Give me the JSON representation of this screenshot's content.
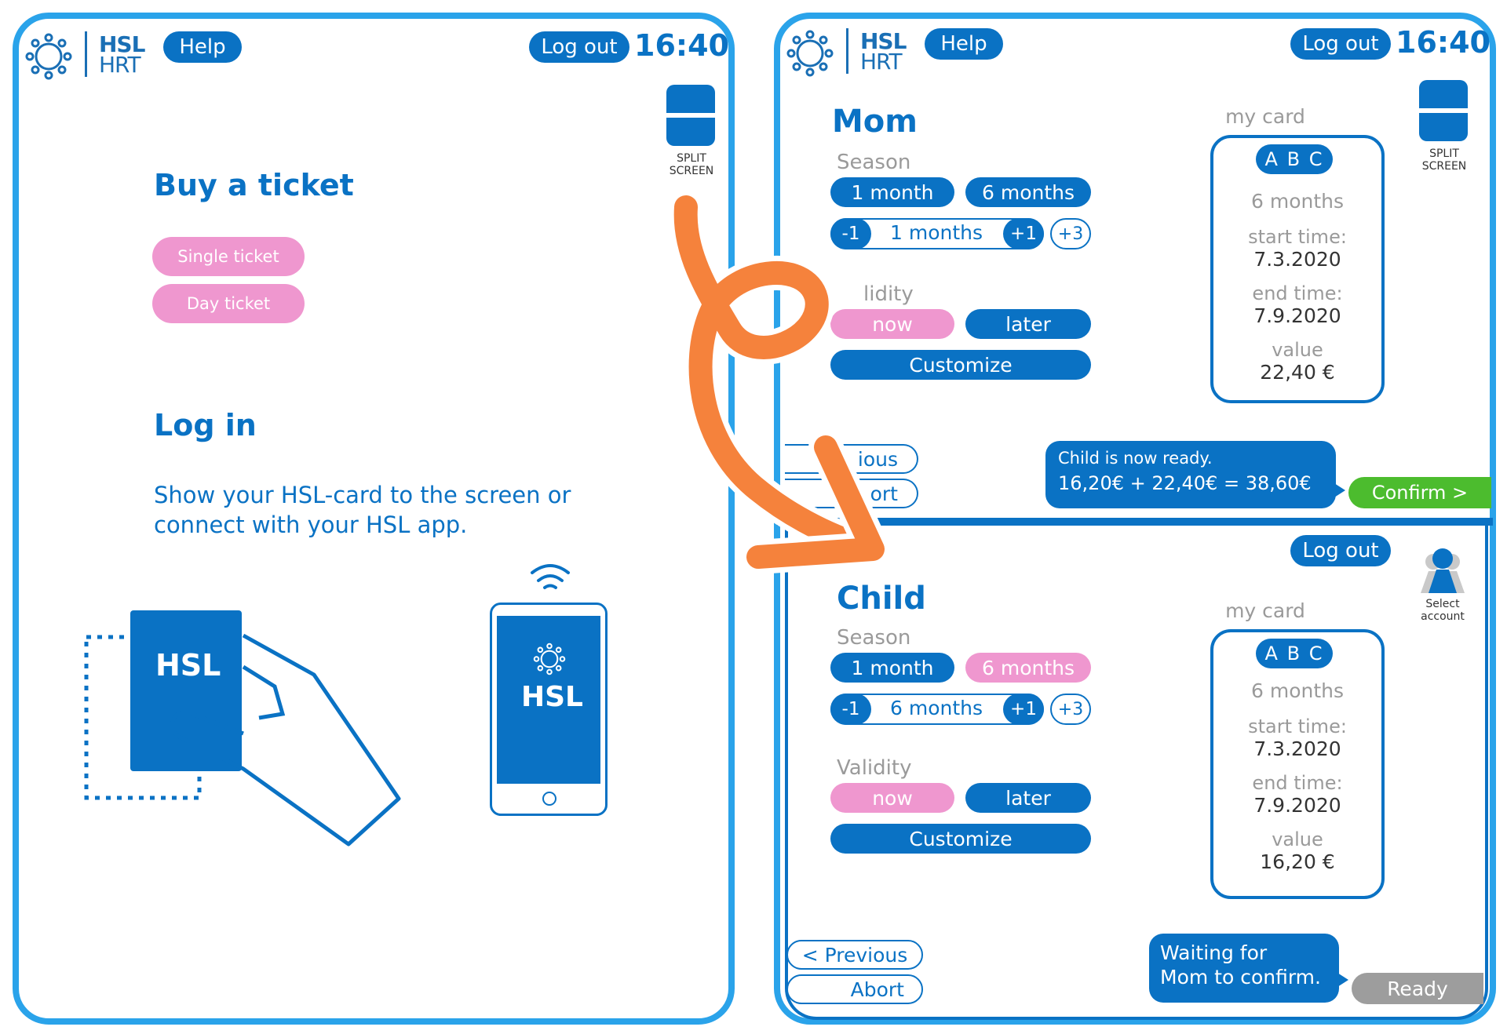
{
  "header": {
    "brand_top": "HSL",
    "brand_bottom": "HRT",
    "help_label": "Help",
    "logout_label": "Log out",
    "time": "16:40"
  },
  "split_screen": {
    "line1": "SPLIT",
    "line2": "SCREEN"
  },
  "left": {
    "buy_title": "Buy a ticket",
    "single_ticket": "Single ticket",
    "day_ticket": "Day ticket",
    "login_title": "Log in",
    "login_line1": "Show your HSL-card to the screen or",
    "login_line2": "connect with your HSL app.",
    "card_text": "HSL",
    "phone_text": "HSL"
  },
  "mom": {
    "title": "Mom",
    "season_label": "Season",
    "opt_1month": "1 month",
    "opt_6months": "6 months",
    "minus": "-1",
    "count": "1 months",
    "plus": "+1",
    "plus3": "+3",
    "validity_label": "lidity",
    "now": "now",
    "later": "later",
    "customize": "Customize",
    "prev_partial": "ious",
    "abort_partial": "ort",
    "card": {
      "label": "my card",
      "badge": "A B C",
      "duration": "6 months",
      "start_label": "start time:",
      "start": "7.3.2020",
      "end_label": "end time:",
      "end": "7.9.2020",
      "value_label": "value",
      "value": "22,40 €"
    },
    "bubble_line1": "Child is now ready.",
    "bubble_line2": "16,20€ + 22,40€ = 38,60€",
    "confirm": "Confirm >"
  },
  "child": {
    "logout_label": "Log out",
    "select_line1": "Select",
    "select_line2": "account",
    "title": "Child",
    "season_label": "Season",
    "opt_1month": "1 month",
    "opt_6months": "6 months",
    "minus": "-1",
    "count": "6 months",
    "plus": "+1",
    "plus3": "+3",
    "validity_label": "Validity",
    "now": "now",
    "later": "later",
    "customize": "Customize",
    "previous": "< Previous",
    "abort": "Abort",
    "card": {
      "label": "my card",
      "badge": "A B C",
      "duration": "6 months",
      "start_label": "start time:",
      "start": "7.3.2020",
      "end_label": "end time:",
      "end": "7.9.2020",
      "value_label": "value",
      "value": "16,20 €"
    },
    "bubble_line1": "Waiting for",
    "bubble_line2": "Mom to confirm.",
    "ready": "Ready"
  },
  "colors": {
    "primary": "#0a72c4",
    "frame": "#2aa3ea",
    "pink": "#ef97cf",
    "green": "#4cbc2e",
    "grey": "#9d9d9d",
    "arrow": "#f5823c"
  }
}
